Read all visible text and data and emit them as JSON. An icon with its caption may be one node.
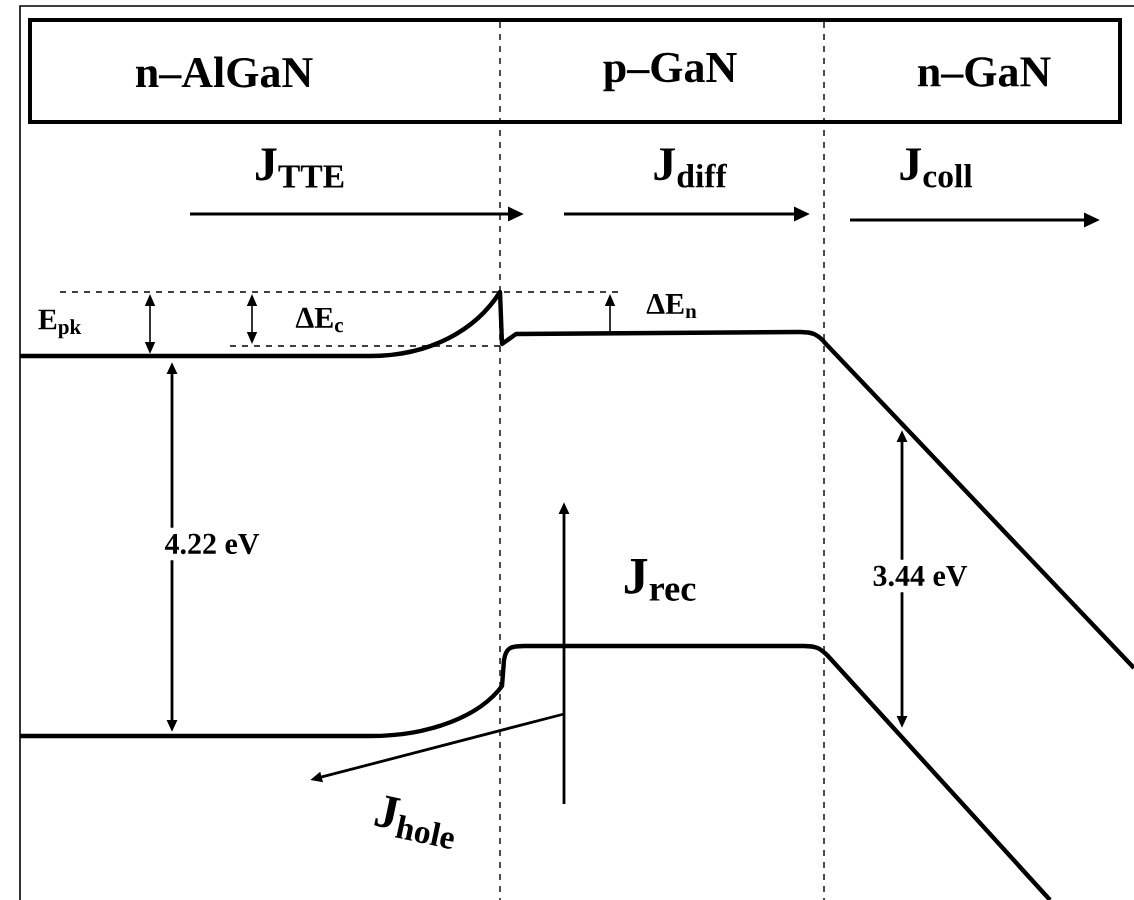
{
  "diagram": {
    "labels": [
      "n–AlGaN",
      "p–GaN",
      "n–GaN",
      "J$_{TTE}$",
      "J$_{diff}$",
      "J$_{coll}$",
      "E$_{pk}$",
      "ΔE$_{c}$",
      "ΔE$_{n}$",
      "4.22 eV",
      "J$_{rec}$",
      "3.44 eV",
      "J$_{hole}$"
    ]
  }
}
